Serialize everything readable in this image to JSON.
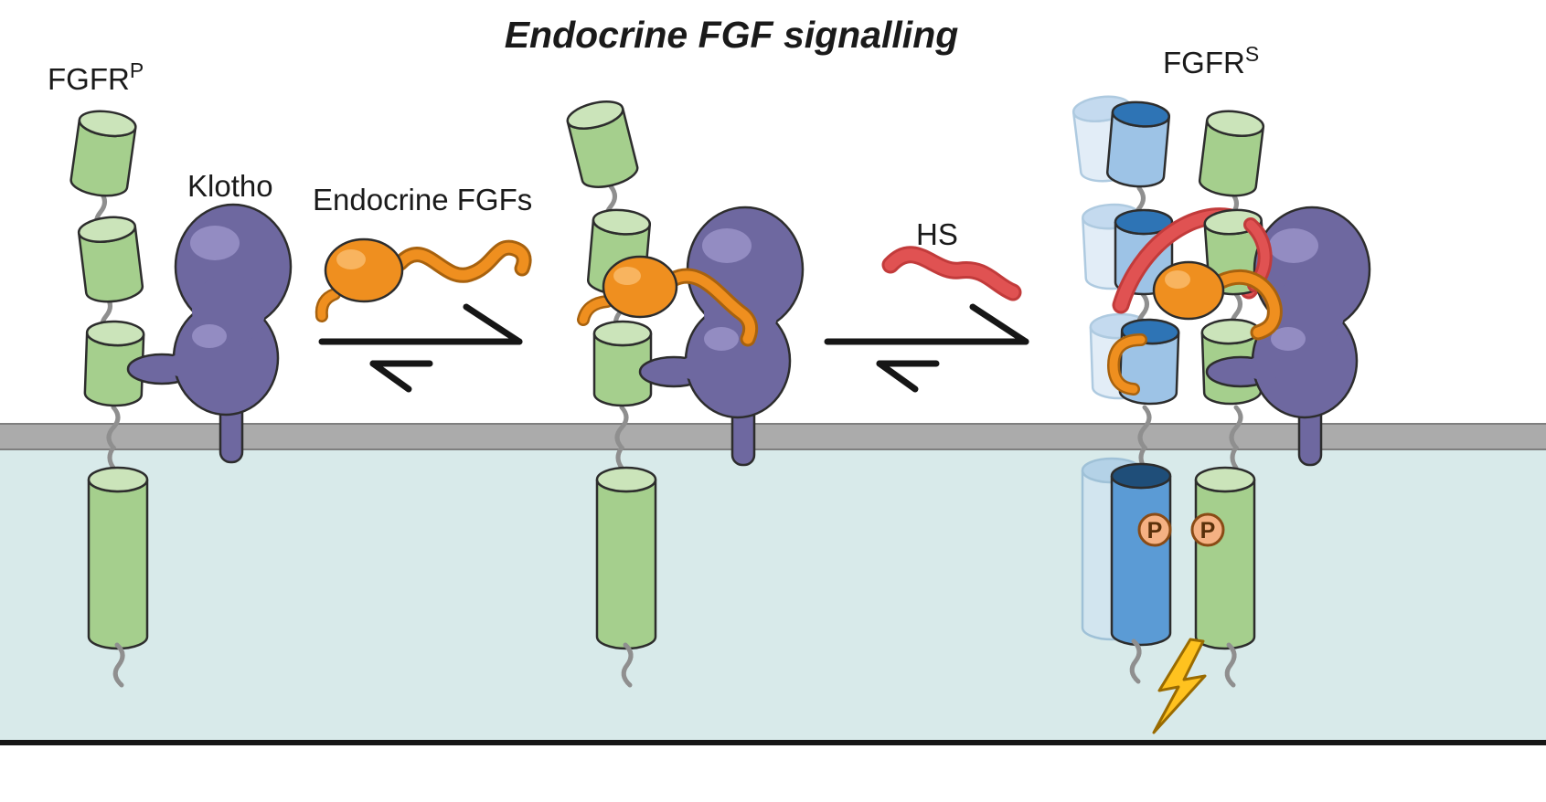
{
  "title": "Endocrine FGF signalling",
  "labels": {
    "fgfr_p": {
      "base": "FGFR",
      "sup": "P"
    },
    "fgfr_s": {
      "base": "FGFR",
      "sup": "S"
    },
    "klotho": "Klotho",
    "endocrine_fgfs": "Endocrine FGFs",
    "hs": "HS",
    "phospho": "P"
  },
  "colors": {
    "receptor_green": "#a5cf8d",
    "receptor_green_light": "#cbe4ba",
    "fgfr_blue_body": "#9dc3e6",
    "fgfr_blue_cap": "#2e74b5",
    "fgfr_blue_kinase": "#5b9bd5",
    "fgfr_blue_kinase_cap": "#1f4e79",
    "fgfr_blue_ghost": "#cfe2f3",
    "fgfr_blue_ghost_cap": "#9dc3e6",
    "klotho_purple": "#6e68a0",
    "klotho_purple_light": "#938cc2",
    "fgf_orange": "#ef8f1f",
    "fgf_orange_dark": "#a8620e",
    "fgf_orange_light": "#f8b45f",
    "hs_red": "#e05252",
    "hs_red_dark": "#c23b3b",
    "membrane_gray": "#ababab",
    "membrane_edge": "#7f7f7f",
    "cytoplasm_teal": "#d8eaea",
    "phospho_fill": "#f5b183",
    "phospho_stroke": "#8a4b15",
    "lightning_yellow": "#ffc21f",
    "lightning_stroke": "#9a6b00",
    "outline_dark": "#2d2d2d",
    "linker_gray": "#8f8f8f",
    "arrow_black": "#161616",
    "text_black": "#1a1a1a"
  }
}
